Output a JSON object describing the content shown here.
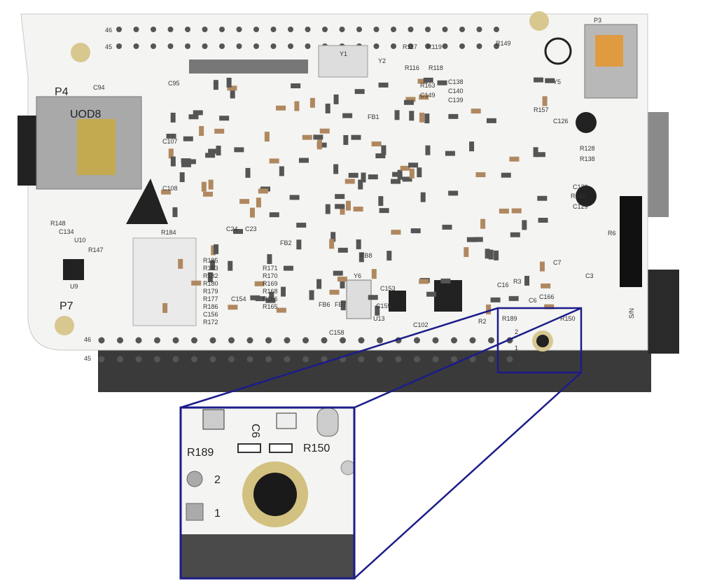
{
  "board": {
    "connector_labels": [
      "P4",
      "P7",
      "P3"
    ],
    "serial_label": "S/N",
    "sd_card_label": "UOD8",
    "pin_rows": {
      "top_left": [
        "46",
        "45"
      ],
      "bottom_left": [
        "46",
        "45"
      ]
    },
    "chip_labels": [
      "U9",
      "U10",
      "U13",
      "Y6",
      "Y1",
      "Y2",
      "Y5"
    ],
    "resistor_labels": [
      "R184",
      "R185",
      "R183",
      "R182",
      "R180",
      "R179",
      "R177",
      "R186",
      "R172",
      "R171",
      "R170",
      "R169",
      "R168",
      "R166",
      "R165",
      "R148",
      "R147",
      "R117",
      "R119",
      "R116",
      "R118",
      "R149",
      "R163",
      "R157",
      "R128",
      "R138",
      "R142",
      "R6",
      "R2",
      "R3"
    ],
    "capacitor_labels": [
      "C94",
      "C95",
      "C107",
      "C108",
      "C24",
      "C23",
      "C156",
      "C154",
      "C134",
      "C138",
      "C140",
      "C139",
      "C149",
      "C126",
      "C130",
      "C129",
      "C7",
      "C3",
      "C16",
      "C6",
      "C166",
      "C102",
      "C155",
      "C153",
      "C158"
    ],
    "other_labels": [
      "FB2",
      "FB6",
      "FB7",
      "FB8",
      "FB1"
    ],
    "small_box_labels": [
      "R189",
      "R150",
      "2",
      "1"
    ]
  },
  "inset": {
    "labels": {
      "left_resistor": "R189",
      "right_resistor": "R150",
      "pin2": "2",
      "pin1": "1",
      "cap": "C6"
    },
    "border_color": "#1c1c8a"
  }
}
